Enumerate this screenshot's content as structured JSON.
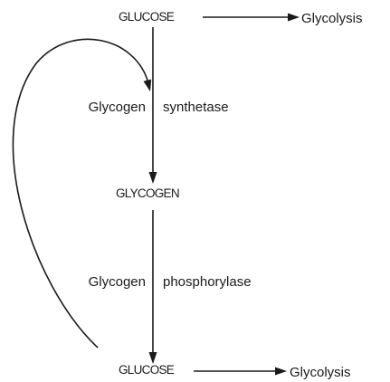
{
  "nodes": {
    "top_glucose": "GLUCOSE",
    "glycogen": "GLYCOGEN",
    "bottom_glucose": "GLUCOSE",
    "top_glycolysis": "Glycolysis",
    "bottom_glycolysis": "Glycolysis"
  },
  "enzymes": {
    "synthetase": {
      "left": "Glycogen",
      "right": "synthetase"
    },
    "phosphorylase": {
      "left": "Glycogen",
      "right": "phosphorylase"
    }
  },
  "colors": {
    "ink": "#1a1a1a",
    "background": "#ffffff"
  }
}
